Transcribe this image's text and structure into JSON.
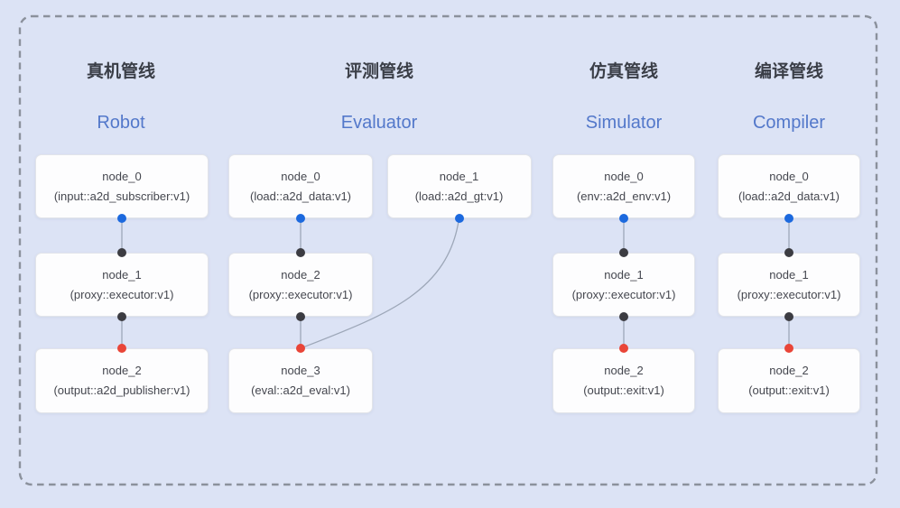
{
  "colors": {
    "background": "#dce3f5",
    "box_background": "#fdfdfe",
    "box_border": "#e2e4ea",
    "edge_line": "#9da7b8",
    "dashed_border": "#8b919c",
    "port_blue": "#1c69de",
    "port_black": "#3c3c42",
    "port_red": "#e94538",
    "title_cn_color": "#3a3e47",
    "title_en_color": "#5378ca"
  },
  "pipelines": [
    {
      "id": "robot",
      "title_cn": "真机管线",
      "title_en": "Robot",
      "nodes": [
        {
          "id": "node_0",
          "label": "node_0",
          "type": "(input::a2d_subscriber:v1)",
          "row": 0,
          "col": 0,
          "ports": {
            "bottom": "blue"
          }
        },
        {
          "id": "node_1",
          "label": "node_1",
          "type": "(proxy::executor:v1)",
          "row": 1,
          "col": 0,
          "ports": {
            "top": "black",
            "bottom": "black"
          }
        },
        {
          "id": "node_2",
          "label": "node_2",
          "type": "(output::a2d_publisher:v1)",
          "row": 2,
          "col": 0,
          "ports": {
            "top": "red"
          }
        }
      ],
      "edges": [
        {
          "from": "node_0",
          "to": "node_1",
          "style": "straight"
        },
        {
          "from": "node_1",
          "to": "node_2",
          "style": "straight"
        }
      ]
    },
    {
      "id": "evaluator",
      "title_cn": "评测管线",
      "title_en": "Evaluator",
      "nodes": [
        {
          "id": "node_0",
          "label": "node_0",
          "type": "(load::a2d_data:v1)",
          "row": 0,
          "col": 0,
          "ports": {
            "bottom": "blue"
          }
        },
        {
          "id": "node_1",
          "label": "node_1",
          "type": "(load::a2d_gt:v1)",
          "row": 0,
          "col": 1,
          "ports": {
            "bottom": "blue"
          }
        },
        {
          "id": "node_2",
          "label": "node_2",
          "type": "(proxy::executor:v1)",
          "row": 1,
          "col": 0,
          "ports": {
            "top": "black",
            "bottom": "black"
          }
        },
        {
          "id": "node_3",
          "label": "node_3",
          "type": "(eval::a2d_eval:v1)",
          "row": 2,
          "col": 0,
          "ports": {
            "top": "red"
          }
        }
      ],
      "edges": [
        {
          "from": "node_0",
          "to": "node_2",
          "style": "straight"
        },
        {
          "from": "node_2",
          "to": "node_3",
          "style": "straight"
        },
        {
          "from": "node_1",
          "to": "node_3",
          "style": "curve"
        }
      ]
    },
    {
      "id": "simulator",
      "title_cn": "仿真管线",
      "title_en": "Simulator",
      "nodes": [
        {
          "id": "node_0",
          "label": "node_0",
          "type": "(env::a2d_env:v1)",
          "row": 0,
          "col": 0,
          "ports": {
            "bottom": "blue"
          }
        },
        {
          "id": "node_1",
          "label": "node_1",
          "type": "(proxy::executor:v1)",
          "row": 1,
          "col": 0,
          "ports": {
            "top": "black",
            "bottom": "black"
          }
        },
        {
          "id": "node_2",
          "label": "node_2",
          "type": "(output::exit:v1)",
          "row": 2,
          "col": 0,
          "ports": {
            "top": "red"
          }
        }
      ],
      "edges": [
        {
          "from": "node_0",
          "to": "node_1",
          "style": "straight"
        },
        {
          "from": "node_1",
          "to": "node_2",
          "style": "straight"
        }
      ]
    },
    {
      "id": "compiler",
      "title_cn": "编译管线",
      "title_en": "Compiler",
      "nodes": [
        {
          "id": "node_0",
          "label": "node_0",
          "type": "(load::a2d_data:v1)",
          "row": 0,
          "col": 0,
          "ports": {
            "bottom": "blue"
          }
        },
        {
          "id": "node_1",
          "label": "node_1",
          "type": "(proxy::executor:v1)",
          "row": 1,
          "col": 0,
          "ports": {
            "top": "black",
            "bottom": "black"
          }
        },
        {
          "id": "node_2",
          "label": "node_2",
          "type": "(output::exit:v1)",
          "row": 2,
          "col": 0,
          "ports": {
            "top": "red"
          }
        }
      ],
      "edges": [
        {
          "from": "node_0",
          "to": "node_1",
          "style": "straight"
        },
        {
          "from": "node_1",
          "to": "node_2",
          "style": "straight"
        }
      ]
    }
  ]
}
